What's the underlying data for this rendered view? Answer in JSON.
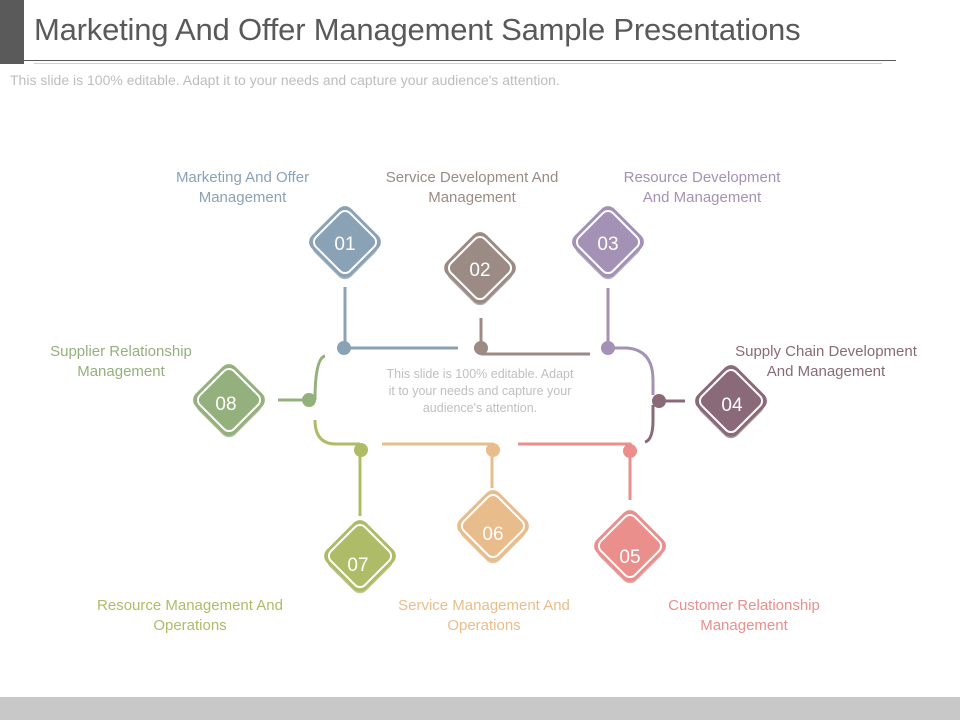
{
  "slide": {
    "title": "Marketing And Offer Management  Sample Presentations",
    "subtitle": "This slide is 100% editable. Adapt it to your needs and capture your audience's attention.",
    "center_text": "This slide is 100% editable. Adapt it to your needs and capture your audience's attention."
  },
  "nodes": [
    {
      "number": "01",
      "label": "Marketing And Offer Management",
      "color": "#8aa2b6"
    },
    {
      "number": "02",
      "label": "Service Development And Management",
      "color": "#9c8b85"
    },
    {
      "number": "03",
      "label": "Resource Development And Management",
      "color": "#a491b6"
    },
    {
      "number": "04",
      "label": "Supply Chain Development And Management",
      "color": "#8a6a78"
    },
    {
      "number": "05",
      "label": "Customer Relationship Management",
      "color": "#ea8f8b"
    },
    {
      "number": "06",
      "label": "Service Management And Operations",
      "color": "#e9bd8b"
    },
    {
      "number": "07",
      "label": "Resource Management And Operations",
      "color": "#aebc67"
    },
    {
      "number": "08",
      "label": "Supplier Relationship Management",
      "color": "#94b07c"
    }
  ]
}
